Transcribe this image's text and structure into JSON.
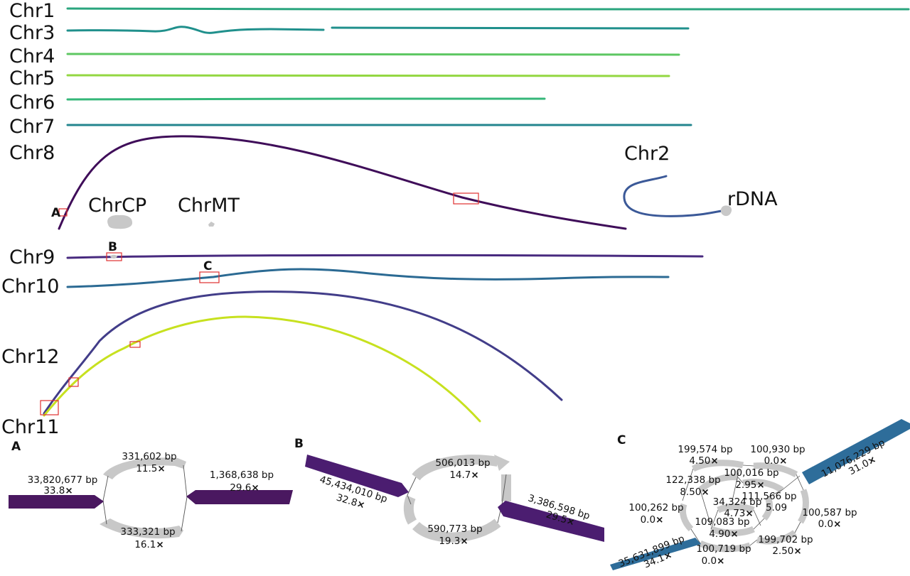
{
  "colors": {
    "chr1": "#2aa57e",
    "chr3": "#20908c",
    "chr4": "#5dc762",
    "chr5": "#93d741",
    "chr6": "#35b779",
    "chr7": "#23858e",
    "chr8": "#3f0d59",
    "chr2": "#3b5998",
    "chr9": "#482a7f",
    "chr10": "#2b6a93",
    "chr12": "#423d89",
    "chr11": "#c7e11f",
    "node_gray": "#c8c8c8",
    "highlight_box": "#e03030",
    "panelA": "#4a1860",
    "panelB": "#4b1d70",
    "panelC": "#2e6d9a"
  },
  "chromosomes": {
    "chr1": "Chr1",
    "chr3": "Chr3",
    "chr4": "Chr4",
    "chr5": "Chr5",
    "chr6": "Chr6",
    "chr7": "Chr7",
    "chr8": "Chr8",
    "chr2": "Chr2",
    "chr9": "Chr9",
    "chr10": "Chr10",
    "chr12": "Chr12",
    "chr11": "Chr11",
    "chrcp": "ChrCP",
    "chrmt": "ChrMT",
    "rdna": "rDNA"
  },
  "markers": {
    "a": "A",
    "b": "B",
    "c": "C"
  },
  "panels": {
    "a": {
      "letter": "A",
      "segments": [
        {
          "bp": "33,820,677 bp",
          "cov": "33.8"
        },
        {
          "bp": "331,602 bp",
          "cov": "11.5"
        },
        {
          "bp": "1,368,638 bp",
          "cov": "29.6"
        },
        {
          "bp": "333,321 bp",
          "cov": "16.1"
        }
      ]
    },
    "b": {
      "letter": "B",
      "segments": [
        {
          "bp": "45,434,010 bp",
          "cov": "32.8"
        },
        {
          "bp": "506,013 bp",
          "cov": "14.7"
        },
        {
          "bp": "3,386,598 bp",
          "cov": "29.5"
        },
        {
          "bp": "590,773 bp",
          "cov": "19.3"
        }
      ]
    },
    "c": {
      "letter": "C",
      "segments": [
        {
          "bp": "199,574 bp",
          "cov": "4.50"
        },
        {
          "bp": "100,930 bp",
          "cov": "0.0"
        },
        {
          "bp": "11,076,229 bp",
          "cov": "31.0"
        },
        {
          "bp": "122,338 bp",
          "cov": "8.50"
        },
        {
          "bp": "100,016 bp",
          "cov": "2.95"
        },
        {
          "bp": "111,566 bp",
          "cov": "5.09"
        },
        {
          "bp": "34,324 bp",
          "cov": "4.73"
        },
        {
          "bp": "100,262 bp",
          "cov": "0.0"
        },
        {
          "bp": "100,587 bp",
          "cov": "0.0"
        },
        {
          "bp": "109,083 bp",
          "cov": "4.90"
        },
        {
          "bp": "35,631,899 bp",
          "cov": "34.1"
        },
        {
          "bp": "100,719 bp",
          "cov": "0.0"
        },
        {
          "bp": "199,702 bp",
          "cov": "2.50"
        }
      ]
    }
  }
}
